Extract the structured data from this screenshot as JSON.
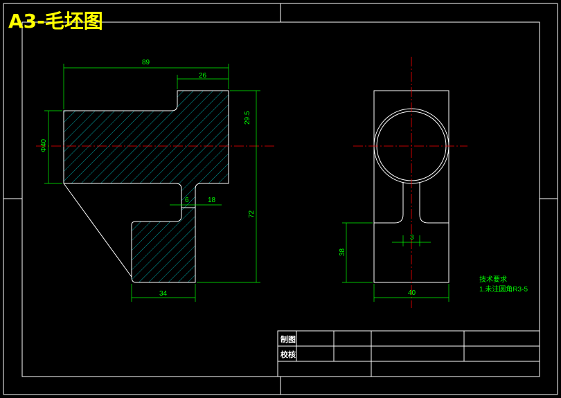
{
  "title": "A3-毛坯图",
  "colors": {
    "background": "#000000",
    "outline": "#ffffff",
    "dimension": "#00ff00",
    "centerline": "#ff0000",
    "hatch": "#00cccc",
    "title": "#ffff00"
  },
  "dimensions": {
    "width_top": "89",
    "boss_width": "26",
    "boss_height": "29.5",
    "bore_dia": "Φ40",
    "rib_height": "72",
    "slot_width": "6",
    "step_width": "18",
    "bottom_width": "34",
    "side_height": "38",
    "side_slot": "3",
    "side_width": "40"
  },
  "notes": {
    "heading": "技术要求",
    "line1": "1.未注圆角R3-5"
  },
  "title_block": {
    "drawn_by": "制图",
    "checked_by": "校核"
  }
}
